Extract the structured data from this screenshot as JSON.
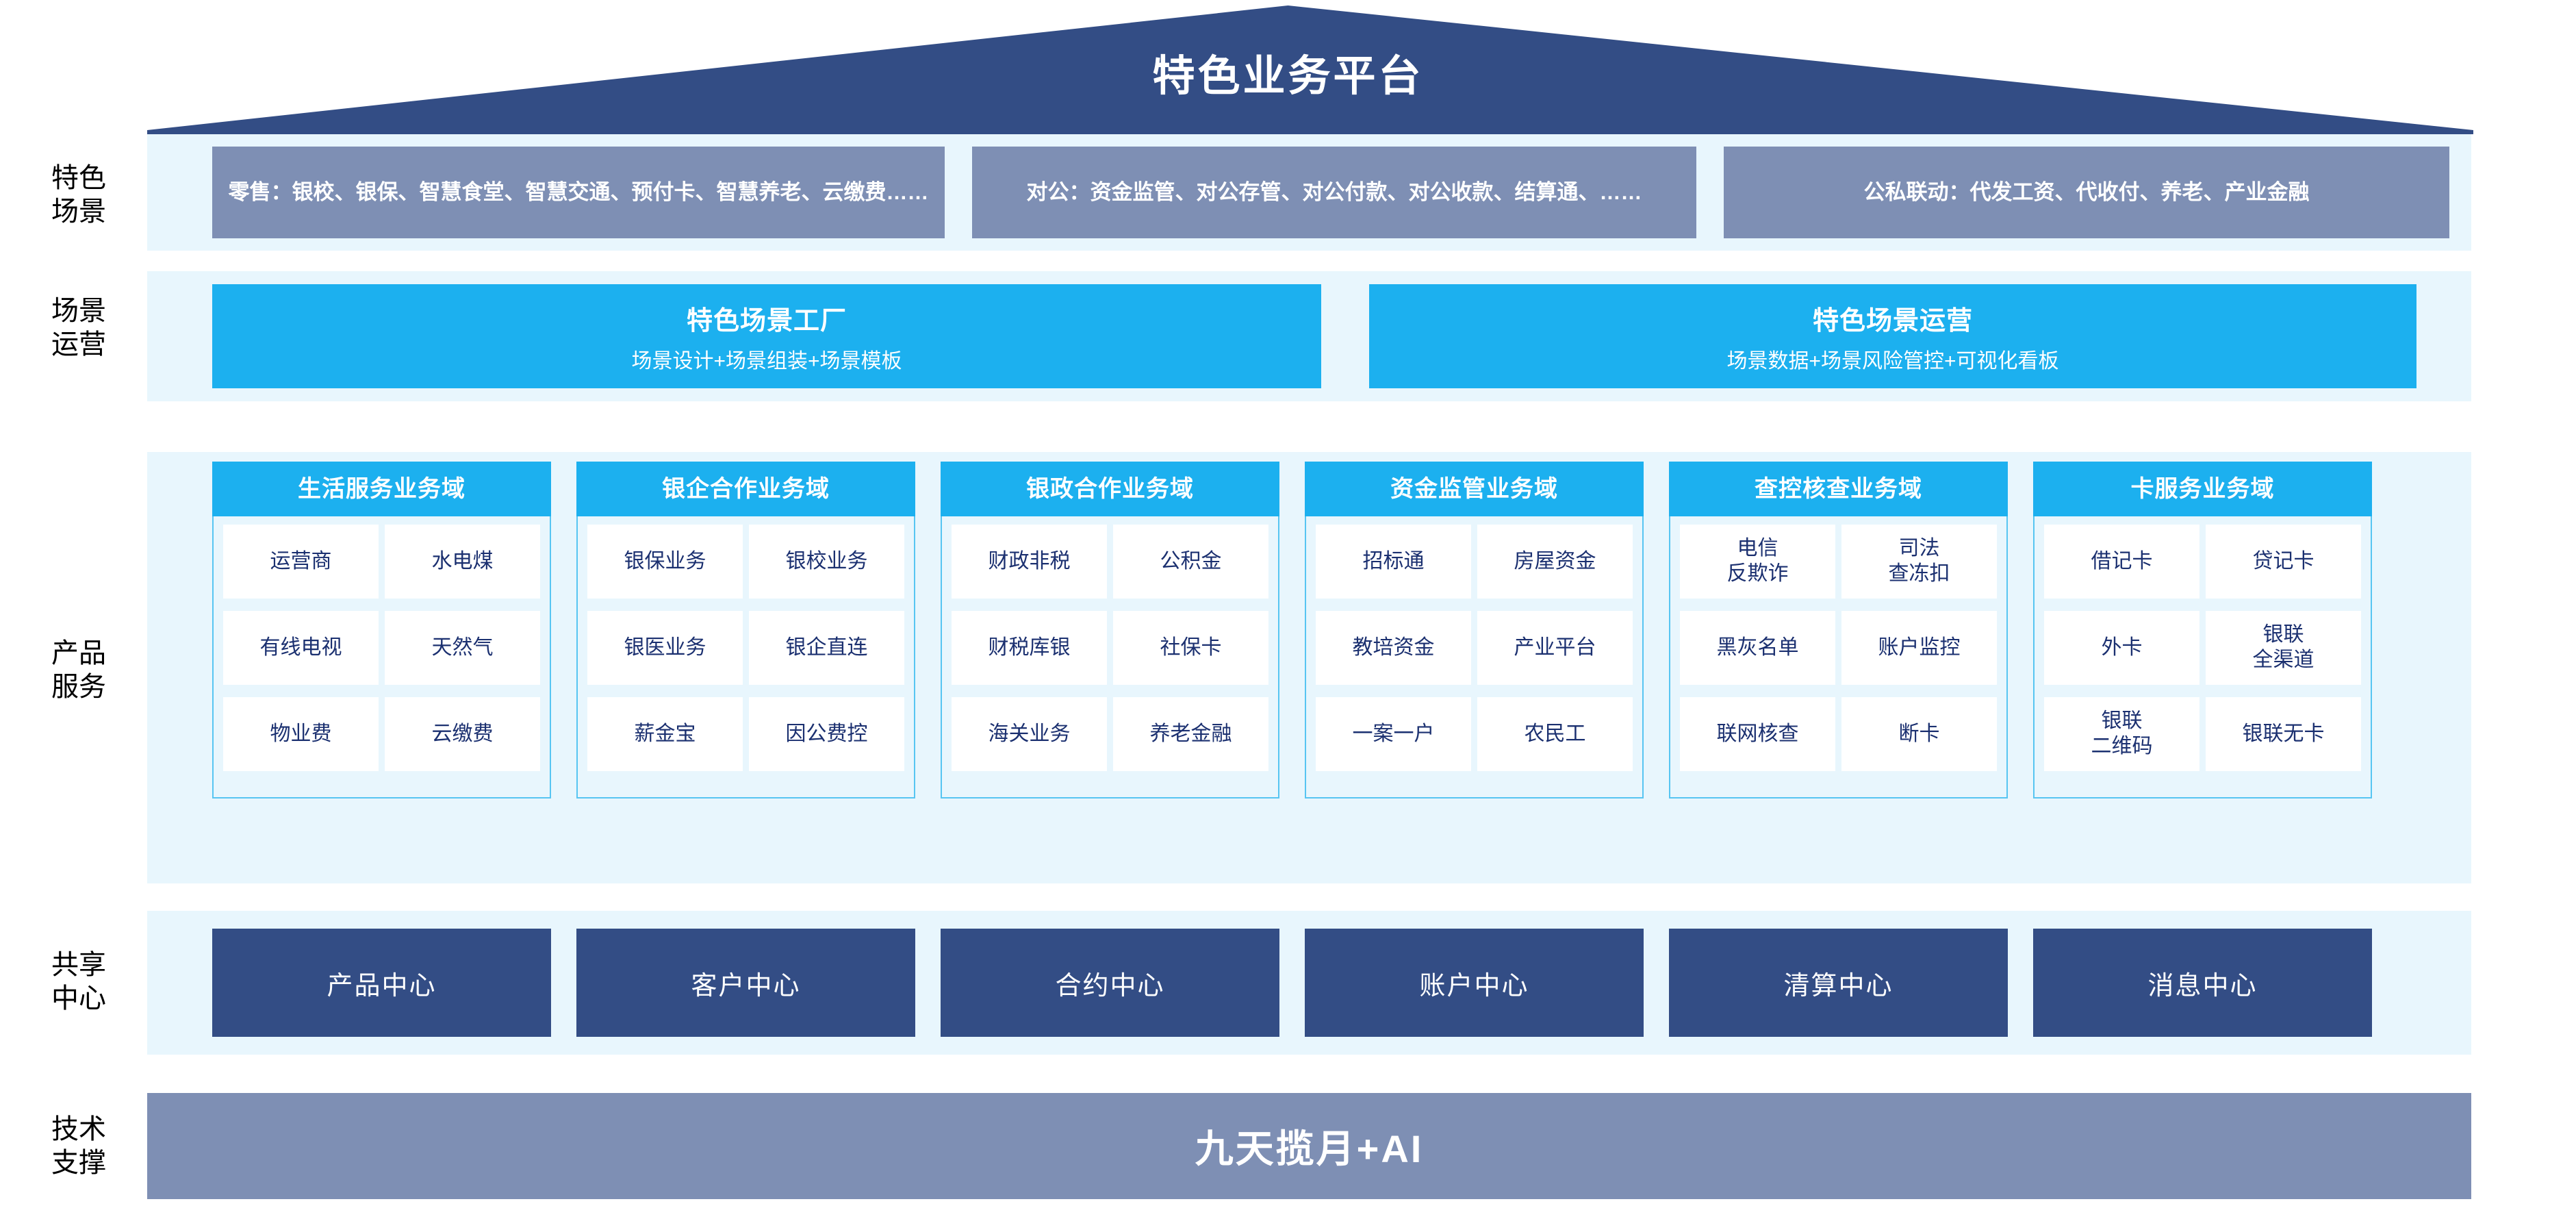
{
  "platform": {
    "title": "特色业务平台"
  },
  "colors": {
    "roof_navy": "#334d85",
    "scenario_slate": "#7e8fb4",
    "accent_cyan": "#1cb0ef",
    "panel_light": "#e8f6fd",
    "deep_navy": "#334d85",
    "item_text": "#1b3070",
    "border_cyan": "#57c5f2"
  },
  "rows": {
    "scenarios": {
      "label": "特色\n场景",
      "boxes": [
        {
          "text": "零售：银校、银保、智慧食堂、智慧交通、预付卡、智慧养老、云缴费……"
        },
        {
          "text": "对公：资金监管、对公存管、对公付款、对公收款、结算通、……"
        },
        {
          "text": "公私联动：代发工资、代收付、养老、产业金融"
        }
      ]
    },
    "operations": {
      "label": "场景\n运营",
      "boxes": [
        {
          "title": "特色场景工厂",
          "subtitle": "场景设计+场景组装+场景模板"
        },
        {
          "title": "特色场景运营",
          "subtitle": "场景数据+场景风险管控+可视化看板"
        }
      ]
    },
    "products": {
      "label": "产品\n服务",
      "domains": [
        {
          "header": "生活服务业务域",
          "items": [
            "运营商",
            "水电煤",
            "有线电视",
            "天然气",
            "物业费",
            "云缴费"
          ]
        },
        {
          "header": "银企合作业务域",
          "items": [
            "银保业务",
            "银校业务",
            "银医业务",
            "银企直连",
            "薪金宝",
            "因公费控"
          ]
        },
        {
          "header": "银政合作业务域",
          "items": [
            "财政非税",
            "公积金",
            "财税库银",
            "社保卡",
            "海关业务",
            "养老金融"
          ]
        },
        {
          "header": "资金监管业务域",
          "items": [
            "招标通",
            "房屋资金",
            "教培资金",
            "产业平台",
            "一案一户",
            "农民工"
          ]
        },
        {
          "header": "查控核查业务域",
          "items": [
            "电信\n反欺诈",
            "司法\n查冻扣",
            "黑灰名单",
            "账户监控",
            "联网核查",
            "断卡"
          ]
        },
        {
          "header": "卡服务业务域",
          "items": [
            "借记卡",
            "贷记卡",
            "外卡",
            "银联\n全渠道",
            "银联\n二维码",
            "银联无卡"
          ]
        }
      ]
    },
    "shared": {
      "label": "共享\n中心",
      "boxes": [
        "产品中心",
        "客户中心",
        "合约中心",
        "账户中心",
        "清算中心",
        "消息中心"
      ]
    },
    "tech": {
      "label": "技术\n支撑",
      "bar_text": "九天揽月+AI"
    }
  }
}
